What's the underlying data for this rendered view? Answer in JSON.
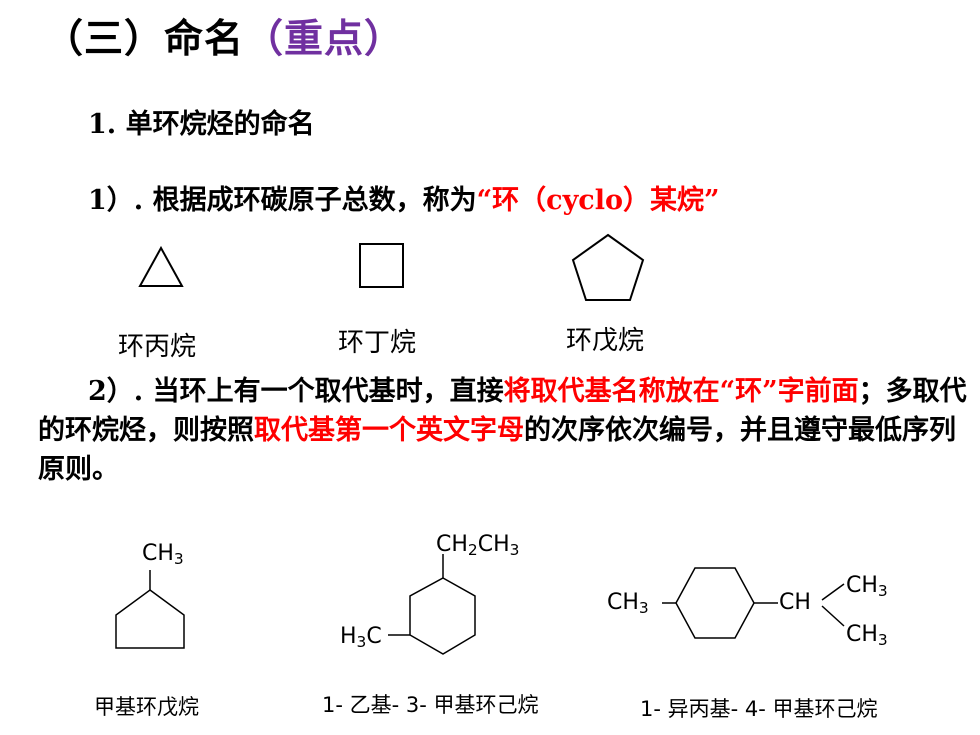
{
  "heading": {
    "main": "（三）命名",
    "emphasis": "（重点）"
  },
  "section1": {
    "title": "1. 单环烷烃的命名"
  },
  "rule1": {
    "prefix": "1）. 根据成环碳原子总数，称为",
    "highlight": "“环（cyclo）某烷”"
  },
  "rings": [
    {
      "name": "环丙烷",
      "icon": "triangle-ring-icon"
    },
    {
      "name": "环丁烷",
      "icon": "square-ring-icon"
    },
    {
      "name": "环戊烷",
      "icon": "pentagon-ring-icon"
    }
  ],
  "rule2": {
    "part1": "2）. 当环上有一个取代基时，直接",
    "part2_red": "将取代基名称放在“环”字前面",
    "part3": "；多取代的环烷烃，则按照",
    "part4_red": "取代基第一个英文字母",
    "part5": "的次序依次编号，并且遵守最低序列原则。"
  },
  "examples": [
    {
      "caption": "甲基环戊烷",
      "groups": {
        "top": {
          "main": "CH",
          "sub": "3"
        }
      }
    },
    {
      "caption": "1- 乙基- 3- 甲基环己烷",
      "groups": {
        "top": {
          "a": "CH",
          "a_sub": "2",
          "b": "CH",
          "b_sub": "3"
        },
        "left": {
          "a": "H",
          "a_sub": "3",
          "b": "C"
        }
      }
    },
    {
      "caption": "1- 异丙基- 4- 甲基环己烷",
      "groups": {
        "left": {
          "main": "CH",
          "sub": "3"
        },
        "ch": "CH",
        "upper": {
          "main": "CH",
          "sub": "3"
        },
        "lower": {
          "main": "CH",
          "sub": "3"
        }
      }
    }
  ],
  "colors": {
    "accent_red": "#ff0000",
    "accent_purple": "#7030a0",
    "text": "#000000"
  }
}
